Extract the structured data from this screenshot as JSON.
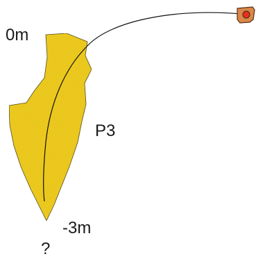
{
  "labels": {
    "depth_top": "0m",
    "passage_name": "P3",
    "depth_bottom": "-3m",
    "unknown_continuation": "?"
  },
  "colors": {
    "passage_fill": "#f2cc14",
    "passage_stroke": "#222222",
    "line": "#111111",
    "marker_body": "#d9884a",
    "marker_outline": "#5a2e14",
    "marker_dot": "#e53022",
    "background": "#ffffff"
  },
  "icons": {
    "entrance_marker": "entrance-marker-icon"
  }
}
